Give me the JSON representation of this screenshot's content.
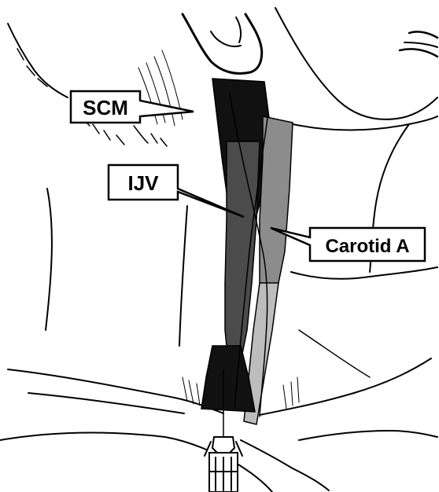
{
  "labels": {
    "scm": "SCM",
    "ijv": "IJV",
    "carotid": "Carotid A"
  },
  "colors": {
    "background": "#ffffff",
    "outline": "#000000",
    "scm_dark": "#111111",
    "ijv_gray": "#4b4b4b",
    "carotid_gray": "#8c8c8c",
    "carotid_light": "#bdbdbd",
    "callout_fill": "#ffffff"
  },
  "icons": {
    "needle": "needle-syringe-icon"
  }
}
